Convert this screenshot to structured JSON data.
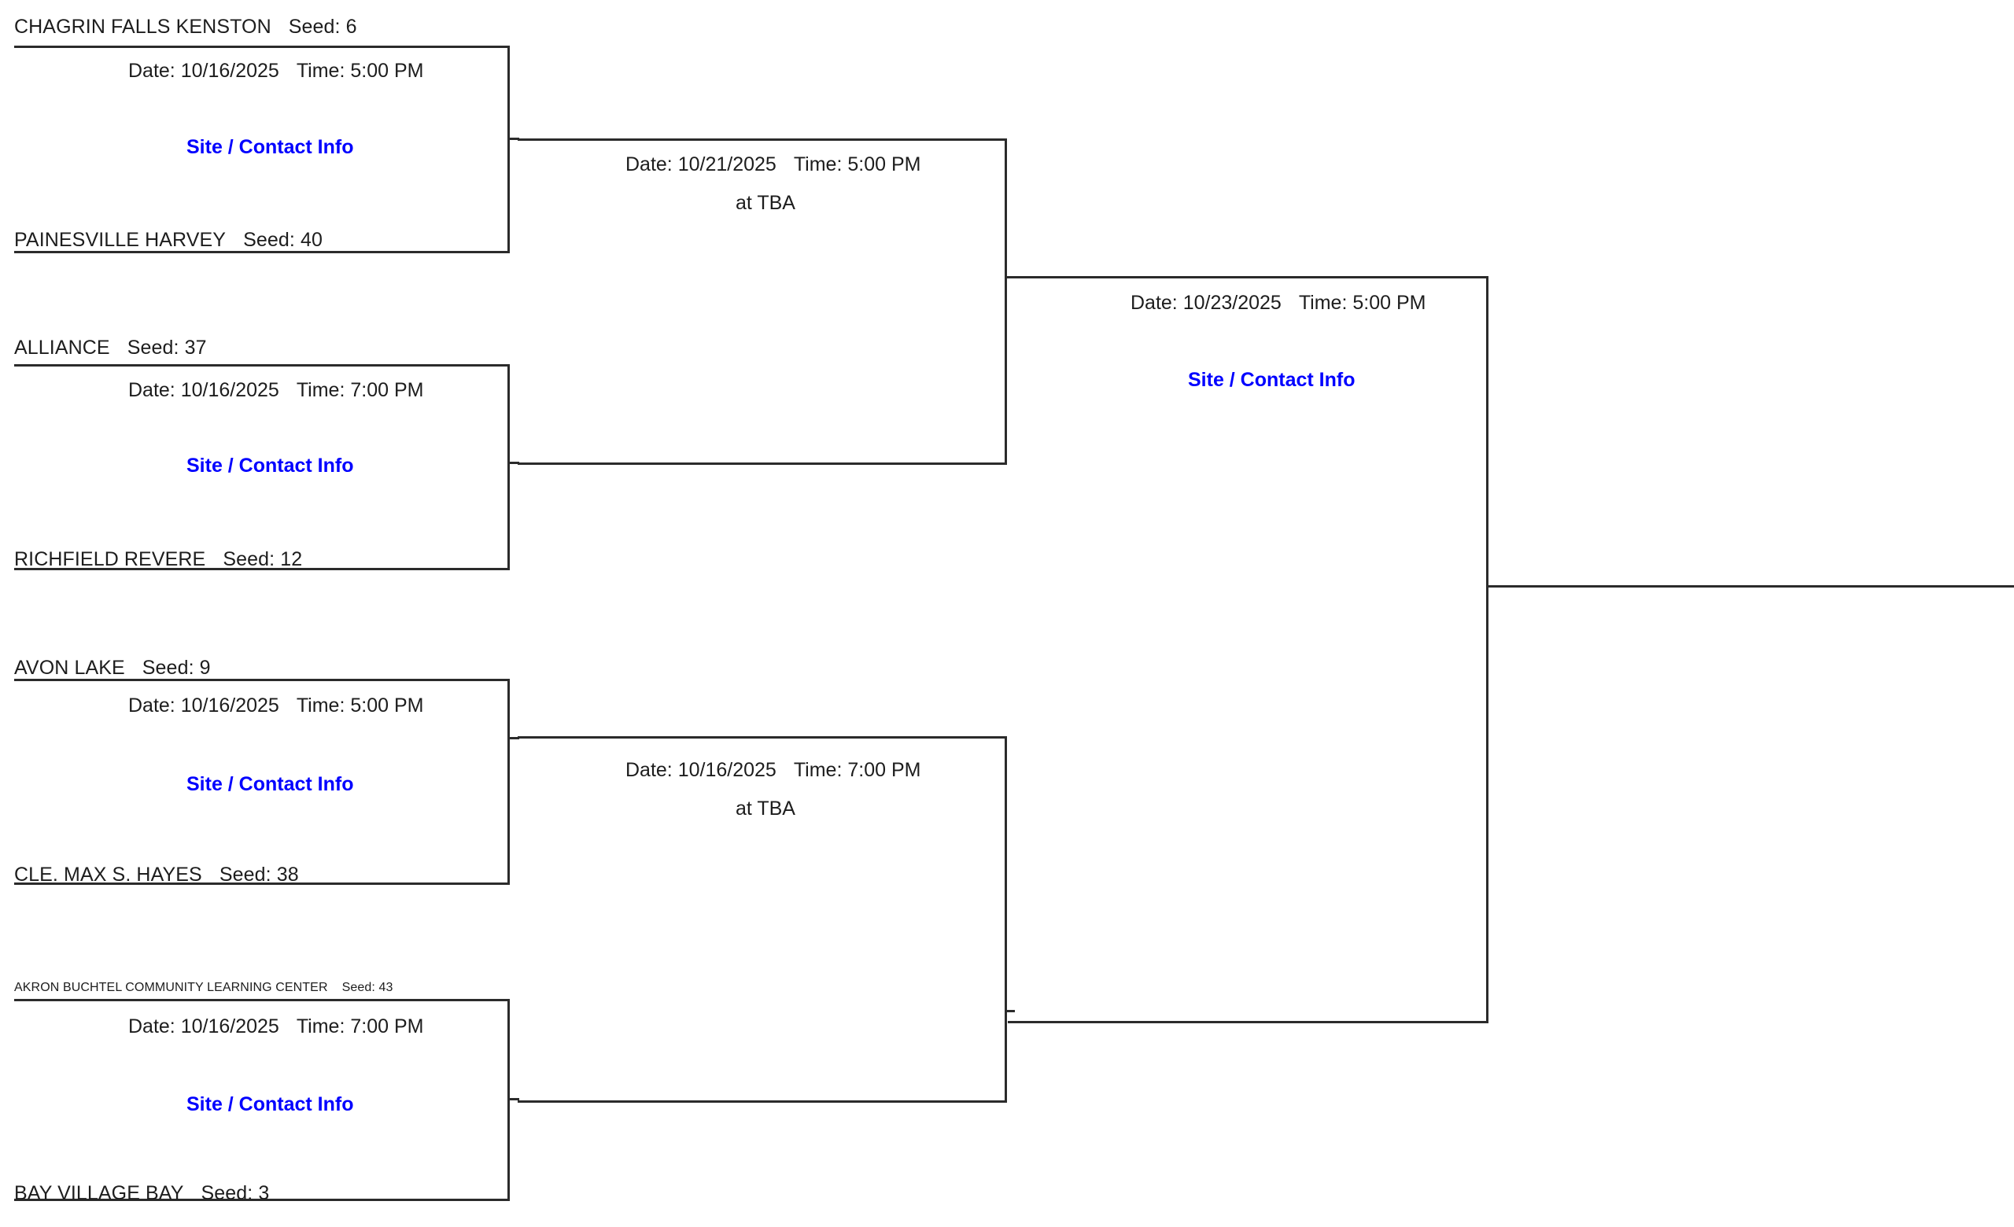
{
  "bracket": {
    "labels": {
      "date_prefix": "Date:",
      "time_prefix": "Time:",
      "seed_prefix": "Seed:",
      "site_link": "Site / Contact Info",
      "at_site": "at TBA"
    },
    "round1": [
      {
        "top_team": {
          "name": "CHAGRIN FALLS KENSTON",
          "seed": "Seed: 6"
        },
        "bottom_team": {
          "name": "PAINESVILLE HARVEY",
          "seed": "Seed: 40"
        },
        "date": "Date: 10/16/2025",
        "time": "Time: 5:00 PM",
        "site_link": "Site / Contact Info"
      },
      {
        "top_team": {
          "name": "ALLIANCE",
          "seed": "Seed: 37"
        },
        "bottom_team": {
          "name": "RICHFIELD REVERE",
          "seed": "Seed: 12"
        },
        "date": "Date: 10/16/2025",
        "time": "Time: 7:00 PM",
        "site_link": "Site / Contact Info"
      },
      {
        "top_team": {
          "name": "AVON LAKE",
          "seed": "Seed: 9"
        },
        "bottom_team": {
          "name": "CLE. MAX S. HAYES",
          "seed": "Seed: 38"
        },
        "date": "Date: 10/16/2025",
        "time": "Time: 5:00 PM",
        "site_link": "Site / Contact Info"
      },
      {
        "top_team": {
          "name": "AKRON BUCHTEL COMMUNITY LEARNING CENTER",
          "seed": "Seed: 43"
        },
        "bottom_team": {
          "name": "BAY VILLAGE BAY",
          "seed": "Seed: 3"
        },
        "date": "Date: 10/16/2025",
        "time": "Time: 7:00 PM",
        "site_link": "Site / Contact Info"
      }
    ],
    "round2": [
      {
        "date": "Date: 10/21/2025",
        "time": "Time: 5:00 PM",
        "at_site": "at TBA"
      },
      {
        "date": "Date: 10/16/2025",
        "time": "Time: 7:00 PM",
        "at_site": "at TBA"
      }
    ],
    "round3": [
      {
        "date": "Date: 10/23/2025",
        "time": "Time: 5:00 PM",
        "site_link": "Site / Contact Info"
      }
    ]
  }
}
